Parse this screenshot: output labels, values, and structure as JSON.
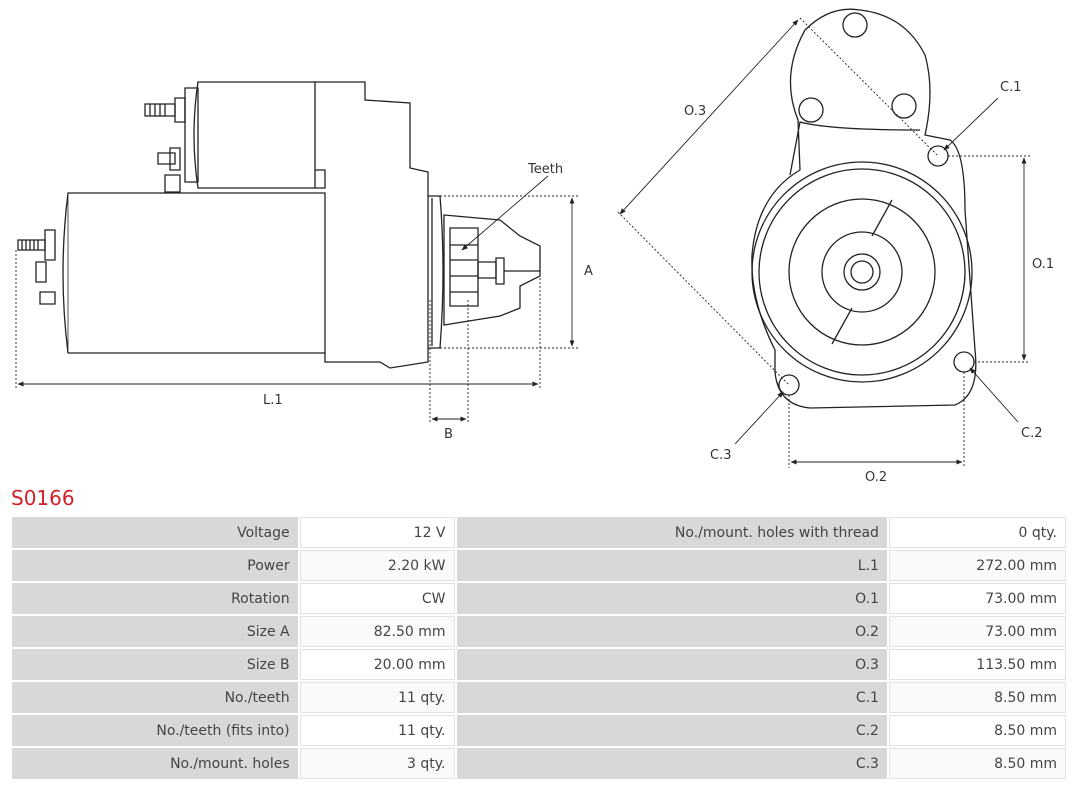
{
  "product_code": "S0166",
  "drawing_labels": {
    "teeth": "Teeth",
    "a": "A",
    "b": "B",
    "l1": "L.1",
    "o1": "O.1",
    "o2": "O.2",
    "o3": "O.3",
    "c1": "C.1",
    "c2": "C.2",
    "c3": "C.3"
  },
  "specs": [
    {
      "left_label": "Voltage",
      "left_value": "12 V",
      "right_label": "No./mount. holes with thread",
      "right_value": "0 qty."
    },
    {
      "left_label": "Power",
      "left_value": "2.20 kW",
      "right_label": "L.1",
      "right_value": "272.00 mm"
    },
    {
      "left_label": "Rotation",
      "left_value": "CW",
      "right_label": "O.1",
      "right_value": "73.00 mm"
    },
    {
      "left_label": "Size A",
      "left_value": "82.50 mm",
      "right_label": "O.2",
      "right_value": "73.00 mm"
    },
    {
      "left_label": "Size B",
      "left_value": "20.00 mm",
      "right_label": "O.3",
      "right_value": "113.50 mm"
    },
    {
      "left_label": "No./teeth",
      "left_value": "11 qty.",
      "right_label": "C.1",
      "right_value": "8.50 mm"
    },
    {
      "left_label": "No./teeth (fits into)",
      "left_value": "11 qty.",
      "right_label": "C.2",
      "right_value": "8.50 mm"
    },
    {
      "left_label": "No./mount. holes",
      "left_value": "3 qty.",
      "right_label": "C.3",
      "right_value": "8.50 mm"
    }
  ]
}
